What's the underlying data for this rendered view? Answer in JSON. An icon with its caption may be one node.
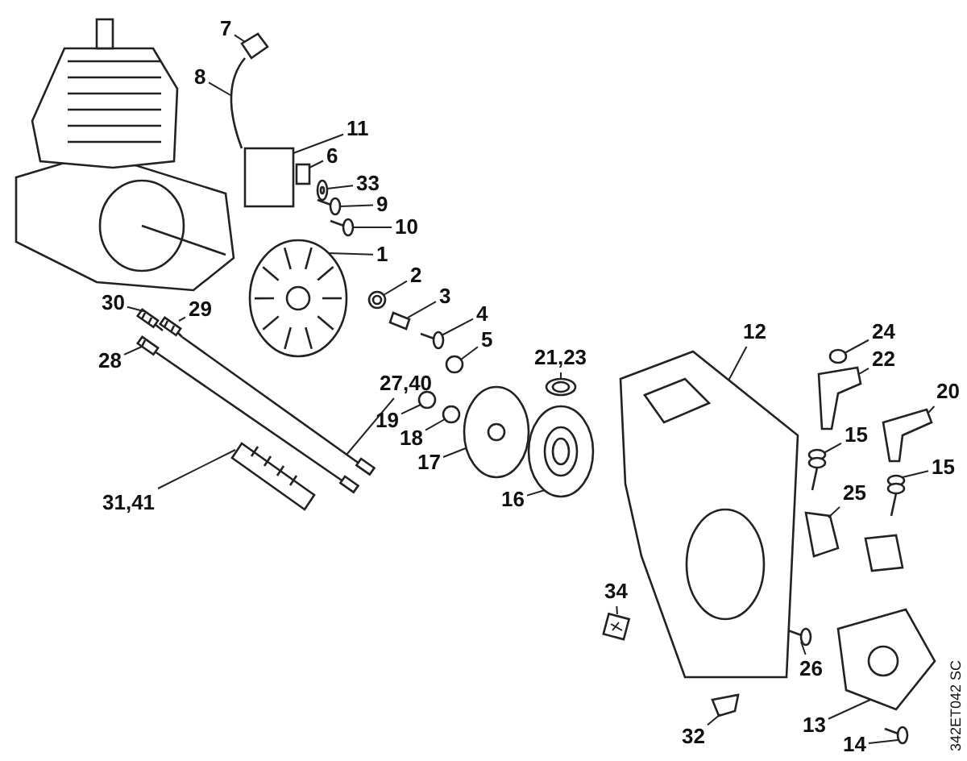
{
  "diagram": {
    "nodes": [
      {
        "text": [
          "7"
        ]
      },
      {
        "text": [
          "8"
        ]
      },
      {
        "text": [
          "11"
        ]
      },
      {
        "text": [
          "6"
        ]
      },
      {
        "text": [
          "33"
        ]
      },
      {
        "text": [
          "9"
        ]
      },
      {
        "text": [
          "10"
        ]
      },
      {
        "text": [
          "1"
        ]
      },
      {
        "text": [
          "2"
        ]
      },
      {
        "text": [
          "3"
        ]
      },
      {
        "text": [
          "4"
        ]
      },
      {
        "text": [
          "5"
        ]
      },
      {
        "text": [
          "30"
        ]
      },
      {
        "text": [
          "29"
        ]
      },
      {
        "text": [
          "28"
        ]
      },
      {
        "text": [
          "27,40"
        ]
      },
      {
        "text": [
          "21,23"
        ]
      },
      {
        "text": [
          "12"
        ]
      },
      {
        "text": [
          "24"
        ]
      },
      {
        "text": [
          "22"
        ]
      },
      {
        "text": [
          "20"
        ]
      },
      {
        "text": [
          "19"
        ]
      },
      {
        "text": [
          "18"
        ]
      },
      {
        "text": [
          "17"
        ]
      },
      {
        "text": [
          "15"
        ]
      },
      {
        "text": [
          "15"
        ]
      },
      {
        "text": [
          "31,41"
        ]
      },
      {
        "text": [
          "16"
        ]
      },
      {
        "text": [
          "25"
        ]
      },
      {
        "text": [
          "34"
        ]
      },
      {
        "text": [
          "26"
        ]
      },
      {
        "text": [
          "32"
        ]
      },
      {
        "text": [
          "13"
        ]
      },
      {
        "text": [
          "14"
        ]
      },
      {
        "text": [],
        "shape": "picture"
      },
      {
        "text": [],
        "shape": "picture"
      },
      {
        "text": [],
        "shape": "box"
      },
      {
        "text": [],
        "shape": "box"
      },
      {
        "text": [],
        "shape": "picture"
      },
      {
        "text": [],
        "shape": "picture"
      },
      {
        "text": [],
        "shape": "picture"
      },
      {
        "text": [],
        "shape": "picture"
      },
      {
        "text": [],
        "shape": "picture"
      },
      {
        "text": [],
        "shape": "picture"
      },
      {
        "text": [],
        "shape": "picture"
      },
      {
        "text": [],
        "shape": "circle"
      },
      {
        "text": [],
        "shape": "picture"
      },
      {
        "text": [],
        "shape": "picture"
      },
      {
        "text": [],
        "shape": "picture"
      },
      {
        "text": [],
        "shape": "picture"
      },
      {
        "text": [],
        "shape": "picture"
      },
      {
        "text": [],
        "shape": "picture"
      },
      {
        "text": [],
        "shape": "circle"
      },
      {
        "text": [],
        "shape": "picture"
      },
      {
        "text": [],
        "shape": "picture"
      },
      {
        "text": [],
        "shape": "circle"
      },
      {
        "text": [],
        "shape": "circle"
      },
      {
        "text": [],
        "shape": "picture"
      },
      {
        "text": [],
        "shape": "picture"
      },
      {
        "text": [],
        "shape": "picture"
      },
      {
        "text": [],
        "shape": "picture"
      },
      {
        "text": [],
        "shape": "picture"
      },
      {
        "text": [],
        "shape": "picture"
      },
      {
        "text": [],
        "shape": "picture"
      },
      {
        "text": [],
        "shape": "picture"
      },
      {
        "text": [],
        "shape": "picture"
      },
      {
        "text": [],
        "shape": "picture"
      },
      {
        "text": [],
        "shape": "picture"
      }
    ],
    "edges": [
      {
        "from": 0,
        "to": 34,
        "arrow": "none"
      },
      {
        "from": 1,
        "to": 35,
        "arrow": "none"
      },
      {
        "from": 2,
        "to": 36,
        "arrow": "none"
      },
      {
        "from": 3,
        "to": 37,
        "arrow": "none"
      },
      {
        "from": 4,
        "to": 38,
        "arrow": "none"
      },
      {
        "from": 5,
        "to": 39,
        "arrow": "none"
      },
      {
        "from": 6,
        "to": 40,
        "arrow": "none"
      },
      {
        "from": 7,
        "to": 41,
        "arrow": "none"
      },
      {
        "from": 8,
        "to": 42,
        "arrow": "none"
      },
      {
        "from": 9,
        "to": 43,
        "arrow": "none"
      },
      {
        "from": 10,
        "to": 44,
        "arrow": "none"
      },
      {
        "from": 11,
        "to": 45,
        "arrow": "none"
      },
      {
        "from": 12,
        "to": 46,
        "arrow": "none"
      },
      {
        "from": 13,
        "to": 47,
        "arrow": "none"
      },
      {
        "from": 14,
        "to": 48,
        "arrow": "none"
      },
      {
        "from": 15,
        "to": 49,
        "arrow": "none"
      },
      {
        "from": 16,
        "to": 50,
        "arrow": "none"
      },
      {
        "from": 17,
        "to": 51,
        "arrow": "none"
      },
      {
        "from": 18,
        "to": 52,
        "arrow": "none"
      },
      {
        "from": 19,
        "to": 53,
        "arrow": "none"
      },
      {
        "from": 20,
        "to": 54,
        "arrow": "none"
      },
      {
        "from": 21,
        "to": 55,
        "arrow": "none"
      },
      {
        "from": 22,
        "to": 56,
        "arrow": "none"
      },
      {
        "from": 23,
        "to": 57,
        "arrow": "none"
      },
      {
        "from": 24,
        "to": 58,
        "arrow": "none"
      },
      {
        "from": 25,
        "to": 59,
        "arrow": "none"
      },
      {
        "from": 26,
        "to": 60,
        "arrow": "none"
      },
      {
        "from": 27,
        "to": 61,
        "arrow": "none"
      },
      {
        "from": 28,
        "to": 62,
        "arrow": "none"
      },
      {
        "from": 29,
        "to": 63,
        "arrow": "none"
      },
      {
        "from": 30,
        "to": 64,
        "arrow": "none"
      },
      {
        "from": 31,
        "to": 65,
        "arrow": "none"
      },
      {
        "from": 32,
        "to": 66,
        "arrow": "none"
      },
      {
        "from": 33,
        "to": 67,
        "arrow": "none"
      }
    ],
    "labels": [
      "342ET042 SC"
    ]
  }
}
